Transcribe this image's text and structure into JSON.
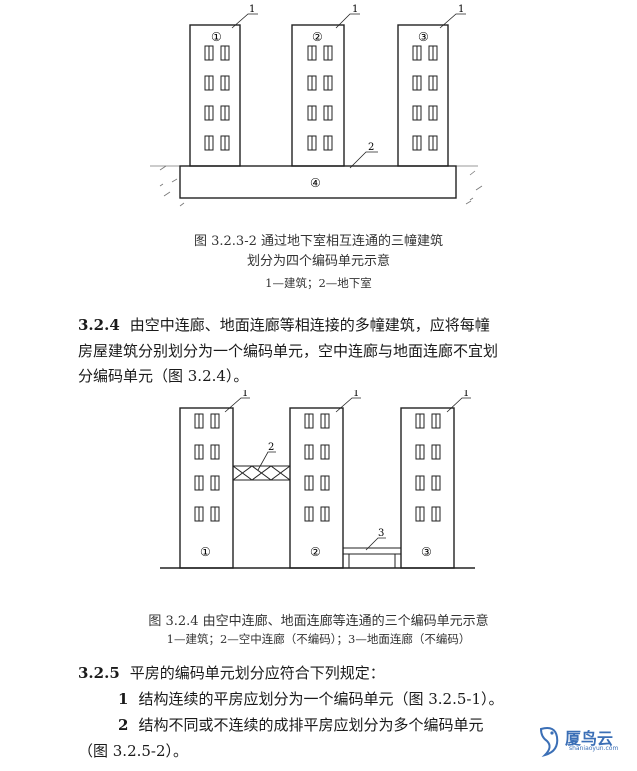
{
  "figure1": {
    "building_labels": [
      "①",
      "②",
      "③"
    ],
    "basement_label": "④",
    "leader_1": "1",
    "leader_2": "2",
    "caption_line1": "图 3.2.3-2   通过地下室相互连通的三幢建筑",
    "caption_line2": "划分为四个编码单元示意",
    "legend": "1—建筑；2—地下室"
  },
  "section_324": {
    "number": "3.2.4",
    "line1": "由空中连廊、地面连廊等相连接的多幢建筑，应将每幢",
    "line2": "房屋建筑分别划分为一个编码单元，空中连廊与地面连廊不宜划",
    "line3": "分编码单元（图 3.2.4）。"
  },
  "figure2": {
    "building_labels": [
      "①",
      "②",
      "③"
    ],
    "leader_1": "1",
    "leader_2": "2",
    "leader_3": "3",
    "caption": "图 3.2.4   由空中连廊、地面连廊等连通的三个编码单元示意",
    "legend": "1—建筑；2—空中连廊（不编码）；3—地面连廊（不编码）"
  },
  "section_325": {
    "number": "3.2.5",
    "title": "平房的编码单元划分应符合下列规定：",
    "item1_num": "1",
    "item1": "结构连续的平房应划分为一个编码单元（图 3.2.5-1）。",
    "item2_num": "2",
    "item2_line1": "结构不同或不连续的成排平房应划分为多个编码单元",
    "item2_line2": "（图 3.2.5-2）。"
  },
  "watermark": {
    "name": "厦鸟云",
    "url": "shaniaoyun.com",
    "color": "#3b6fb6"
  }
}
